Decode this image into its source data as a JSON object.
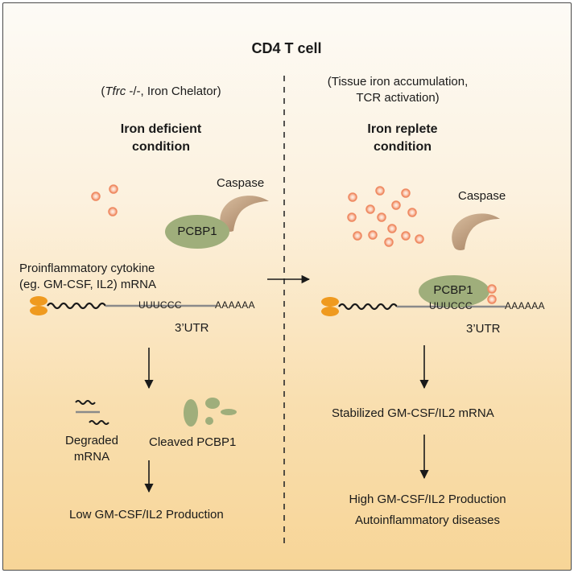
{
  "title": "CD4 T cell",
  "left": {
    "context_italic": "Tfrc",
    "context_rest": " -/-, Iron Chelator)",
    "context_open": "(",
    "heading_line1": "Iron deficient",
    "heading_line2": "condition",
    "caspase": "Caspase",
    "pcbp1": "PCBP1",
    "cytokine_line1": "Proinflammatory cytokine",
    "cytokine_line2": "(eg. GM-CSF, IL2) mRNA",
    "motif": "UUUCCC",
    "polyA": "AAAAAA",
    "utr": "3’UTR",
    "degraded_line1": "Degraded",
    "degraded_line2": "mRNA",
    "cleaved": "Cleaved PCBP1",
    "result": "Low GM-CSF/IL2 Production"
  },
  "right": {
    "context_line1": "(Tissue iron accumulation,",
    "context_line2": "TCR activation)",
    "heading_line1": "Iron replete",
    "heading_line2": "condition",
    "caspase": "Caspase",
    "pcbp1": "PCBP1",
    "motif": "UUUCCC",
    "polyA": "AAAAAA",
    "utr": "3’UTR",
    "stabilized": "Stabilized GM-CSF/IL2 mRNA",
    "result_line1": "High GM-CSF/IL2 Production",
    "result_line2": "Autoinflammatory diseases"
  },
  "colors": {
    "iron": "#ef8a62",
    "pcbp1": "#9fae7b",
    "caspase": "#b39070",
    "cap": "#ef9a1f",
    "background_top": "#fdfbf6",
    "background_bottom": "#f7d597"
  }
}
